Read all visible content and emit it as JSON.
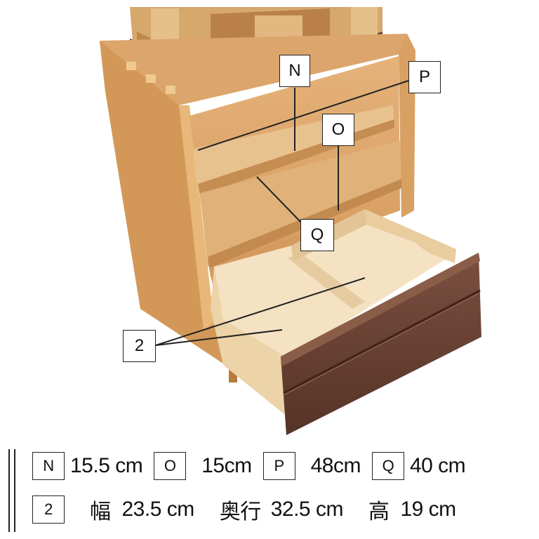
{
  "callouts": {
    "n": "N",
    "o": "O",
    "p": "P",
    "q": "Q",
    "drawer": "2"
  },
  "specs": {
    "row1": [
      {
        "key": "N",
        "value": "15.5 cm"
      },
      {
        "key": "O",
        "value": "15cm"
      },
      {
        "key": "P",
        "value": "48cm"
      },
      {
        "key": "Q",
        "value": "40 cm"
      }
    ],
    "row2": {
      "key": "2",
      "width_label": "幅",
      "width_value": "23.5 cm",
      "depth_label": "奥行",
      "depth_value": "32.5 cm",
      "height_label": "高",
      "height_value": "19 cm"
    }
  },
  "colors": {
    "oak": "#d9a063",
    "oak_dark": "#b87a3e",
    "inner": "#e9c08a",
    "walnut": "#6e4634",
    "drawer_box": "#f1dcbb"
  }
}
